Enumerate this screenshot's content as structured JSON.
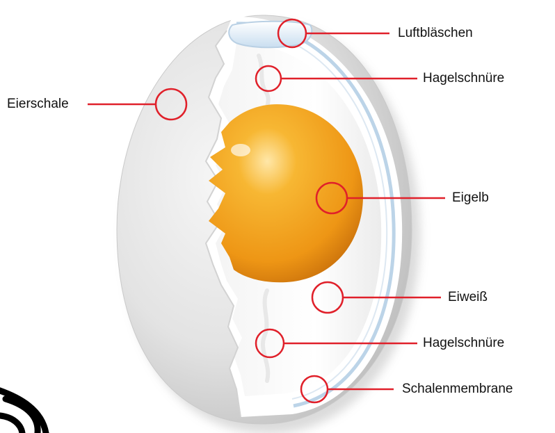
{
  "diagram": {
    "labels": {
      "luftblaeschen": "Luftbläschen",
      "hagelschnuere_top": "Hagelschnüre",
      "eierschale": "Eierschale",
      "eigelb": "Eigelb",
      "eiweiss": "Eiweiß",
      "hagelschnuere_bottom": "Hagelschnüre",
      "schalenmembrane": "Schalenmembrane"
    },
    "colors": {
      "callout": "#e0202a",
      "yolk": "#f2a31f",
      "yolk_dark": "#c4700a",
      "shell": "#e4e4e4",
      "membrane": "#c8dcec",
      "white": "#ffffff"
    },
    "icons": [
      "logo-swirl-icon"
    ]
  }
}
